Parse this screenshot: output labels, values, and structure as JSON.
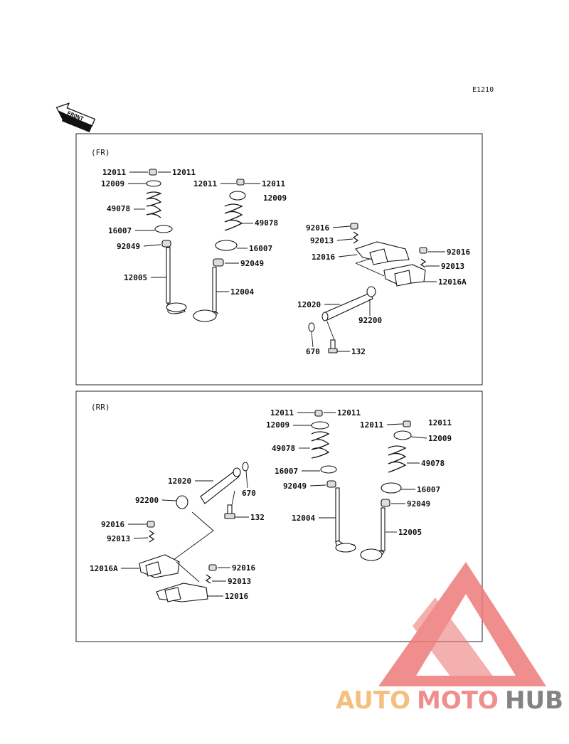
{
  "code": "E1210",
  "front_label": "FRONT",
  "colors": {
    "logo_red": "#ee7a7a",
    "logo_orange": "#f4b46a",
    "logo_grey": "#6e6e6e"
  },
  "logo": {
    "text_a": "AUTO",
    "text_b": "MOTO",
    "text_c": "HUB"
  },
  "fr": {
    "title": "(FR)",
    "labels": [
      "12011",
      "12011",
      "12009",
      "12011",
      "12011",
      "12009",
      "49078",
      "49078",
      "16007",
      "16007",
      "92049",
      "92049",
      "12005",
      "12004",
      "92016",
      "92013",
      "12016",
      "92016",
      "92013",
      "12016A",
      "12020",
      "92200",
      "670",
      "132"
    ]
  },
  "rr": {
    "title": "(RR)",
    "labels": [
      "12011",
      "12011",
      "12009",
      "12011",
      "12011",
      "12009",
      "49078",
      "16007",
      "49078",
      "92049",
      "16007",
      "92049",
      "12004",
      "12005",
      "12020",
      "670",
      "92200",
      "132",
      "92016",
      "92013",
      "12016A",
      "92016",
      "92013",
      "12016"
    ]
  }
}
